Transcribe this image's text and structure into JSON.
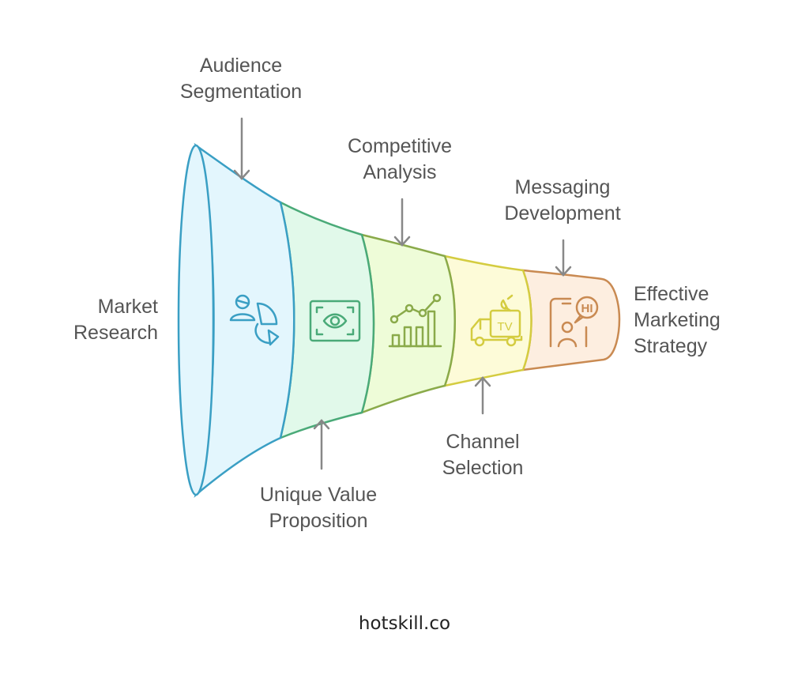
{
  "title": "Marketing Strategy Funnel",
  "stages": [
    {
      "id": "market-research",
      "lines": [
        "Market",
        "Research"
      ],
      "icon": "ellipse-opening-icon",
      "color": "#3a9fc4",
      "fill": "#e3f6fd"
    },
    {
      "id": "audience-segmentation",
      "lines": [
        "Audience",
        "Segmentation"
      ],
      "icon": "person-pie-chart-icon",
      "color": "#3a9fc4",
      "fill": "#e3f6fd"
    },
    {
      "id": "unique-value-proposition",
      "lines": [
        "Unique Value",
        "Proposition"
      ],
      "icon": "eye-scan-icon",
      "color": "#4aaa78",
      "fill": "#e1f9ea"
    },
    {
      "id": "competitive-analysis",
      "lines": [
        "Competitive",
        "Analysis"
      ],
      "icon": "line-bar-chart-icon",
      "color": "#8aaa4a",
      "fill": "#eefcd8"
    },
    {
      "id": "channel-selection",
      "lines": [
        "Channel",
        "Selection"
      ],
      "icon": "tv-van-icon",
      "color": "#d4cc40",
      "fill": "#fdfbd8"
    },
    {
      "id": "messaging-development",
      "lines": [
        "Messaging",
        "Development"
      ],
      "icon": "phone-chat-hi-icon",
      "color": "#c98a52",
      "fill": "#fdeee0"
    }
  ],
  "outcome": {
    "lines": [
      "Effective",
      "Marketing",
      "Strategy"
    ]
  },
  "icon_texts": {
    "tv": "TV",
    "hi": "HI"
  },
  "footer": "hotskill.co",
  "colors": {
    "label_text": "#555555",
    "arrow": "#888888"
  }
}
